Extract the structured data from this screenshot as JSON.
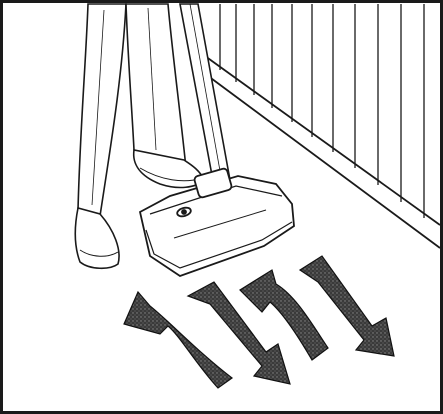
{
  "figure": {
    "subject": "person-vacuuming-carpet",
    "colors": {
      "line": "#1a1a1a",
      "fill": "#ffffff",
      "shade": "#7a7a7a",
      "arrow": "#2b2b2b",
      "arrow_highlight": "#8c8c8c"
    },
    "arrows": [
      {
        "name": "curved-arrow-left",
        "direction": "forward-then-back"
      },
      {
        "name": "straight-arrow-1",
        "direction": "back-and-forth"
      },
      {
        "name": "curved-arrow-right",
        "direction": "forward-then-back"
      },
      {
        "name": "straight-arrow-2",
        "direction": "back-and-forth"
      }
    ]
  }
}
